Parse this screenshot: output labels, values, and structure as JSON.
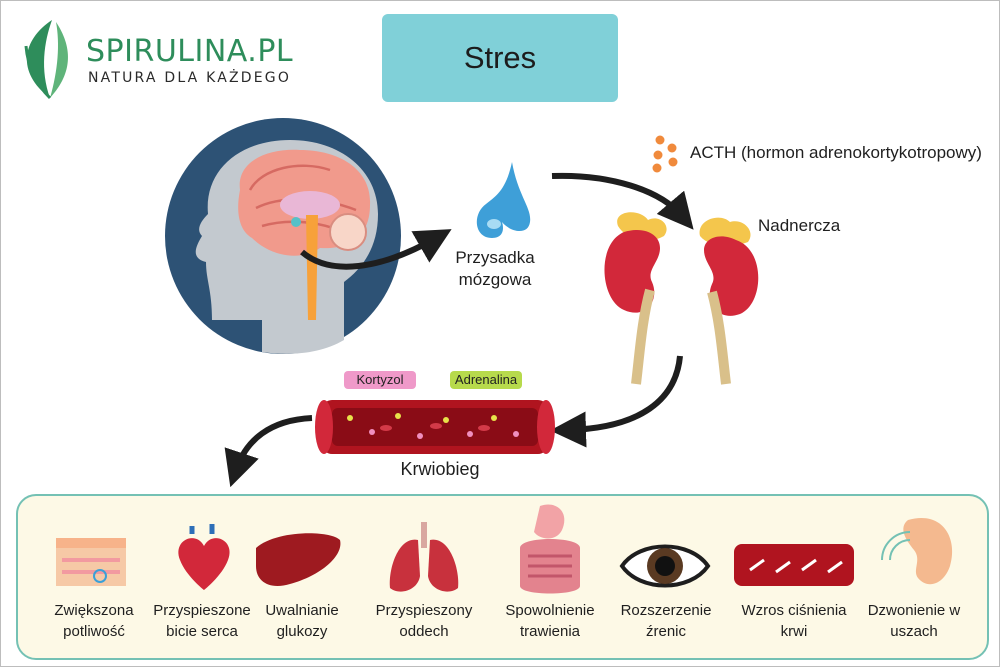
{
  "brand": {
    "name": "SPIRULINA.PL",
    "tagline": "NATURA DLA KAŻDEGO"
  },
  "title": "Stres",
  "labels": {
    "pituitary": "Przysadka mózgowa",
    "acth": "ACTH (hormon adrenokortykotropowy)",
    "adrenal": "Nadnercza",
    "cortisol": "Kortyzol",
    "adrenaline": "Adrenalina",
    "bloodstream": "Krwiobieg"
  },
  "effects": [
    {
      "label": "Zwiększona potliwość",
      "icon": "skin-icon"
    },
    {
      "label": "Przyspieszone bicie serca",
      "icon": "heart-icon"
    },
    {
      "label": "Uwalnianie glukozy",
      "icon": "liver-icon"
    },
    {
      "label": "Przyspieszony oddech",
      "icon": "lungs-icon"
    },
    {
      "label": "Spowolnienie trawienia",
      "icon": "digestive-icon"
    },
    {
      "label": "Rozszerzenie źrenic",
      "icon": "eye-icon"
    },
    {
      "label": "Wzros ciśnienia krwi",
      "icon": "blood-vessel-icon"
    },
    {
      "label": "Dzwonienie w uszach",
      "icon": "ear-icon"
    }
  ],
  "colors": {
    "title_bg": "#80d0d8",
    "brand_green": "#2e8d5b",
    "effects_border": "#74c1b4",
    "effects_bg": "#fdf9e6",
    "kortyzol": "#ef99c9",
    "adrenalina": "#b7da4c"
  }
}
